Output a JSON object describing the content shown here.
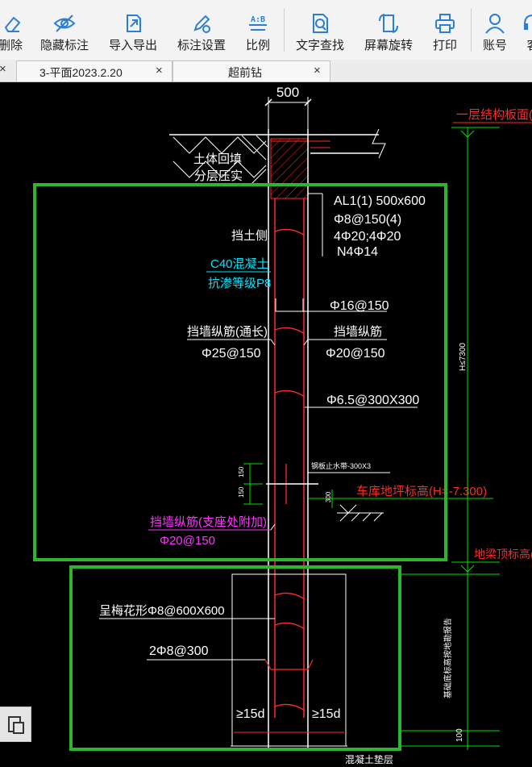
{
  "toolbar": {
    "items": [
      {
        "label": "删除",
        "icon": "eraser-icon"
      },
      {
        "label": "隐藏标注",
        "icon": "eye-hidden-icon"
      },
      {
        "label": "导入导出",
        "icon": "import-export-icon"
      },
      {
        "label": "标注设置",
        "icon": "pen-settings-icon"
      },
      {
        "label": "比例",
        "icon": "ratio-icon"
      },
      {
        "label": "文字查找",
        "icon": "text-search-icon"
      },
      {
        "label": "屏幕旋转",
        "icon": "screen-rotate-icon"
      },
      {
        "label": "打印",
        "icon": "printer-icon"
      },
      {
        "label": "账号",
        "icon": "user-icon"
      },
      {
        "label": "客",
        "icon": "service-icon"
      }
    ],
    "ratio_glyph": "A:B"
  },
  "tabs": [
    {
      "label": "3-平面2023.2.20",
      "close": "×"
    },
    {
      "label": "超前钻",
      "close": "×"
    }
  ],
  "drawing": {
    "dim_top": "500",
    "floor_label": "一层结构板面(H=-",
    "backfill_1": "土体回填",
    "backfill_2": "分层压实",
    "beam_1": "AL1(1) 500x600",
    "beam_2": "Φ8@150(4)",
    "beam_3": "4Φ20;4Φ20",
    "beam_4": "N4Φ14",
    "soil_side": "挡土侧",
    "concrete_1": "C40混凝土",
    "concrete_2": "抗渗等级P8",
    "bar_16": "Φ16@150",
    "wall_bar_left": "挡墙纵筋(通长)",
    "wall_bar_left_spec": "Φ25@150",
    "wall_bar_right": "挡墙纵筋",
    "wall_bar_right_spec": "Φ20@150",
    "tie_bar": "Φ6.5@300X300",
    "h_dim": "H≤7300",
    "steel_plate": "钢板止水带-300X3",
    "dim_150a": "150",
    "dim_150b": "150",
    "dim_300": "300",
    "garage_floor": "车库地坪标高(H=-7.300)",
    "support_bar_1": "挡墙纵筋(支座处附加)",
    "support_bar_2": "Φ20@150",
    "beam_bottom": "地梁顶标高(H=",
    "spiral": "呈梅花形Φ8@600X600",
    "two_bars": "2Φ8@300",
    "anchor_left": "≥15d",
    "anchor_right": "≥15d",
    "vertical_note": "基础底标高按地勘报告",
    "dim_100": "100",
    "bottom_cut": "混凝土垫层"
  },
  "colors": {
    "highlight": "#2db52d",
    "cad_green": "#00e000",
    "cad_red": "#ff2a2a",
    "cad_cyan": "#00e5ff",
    "cad_magenta": "#ff33ff",
    "cad_white": "#ffffff"
  }
}
